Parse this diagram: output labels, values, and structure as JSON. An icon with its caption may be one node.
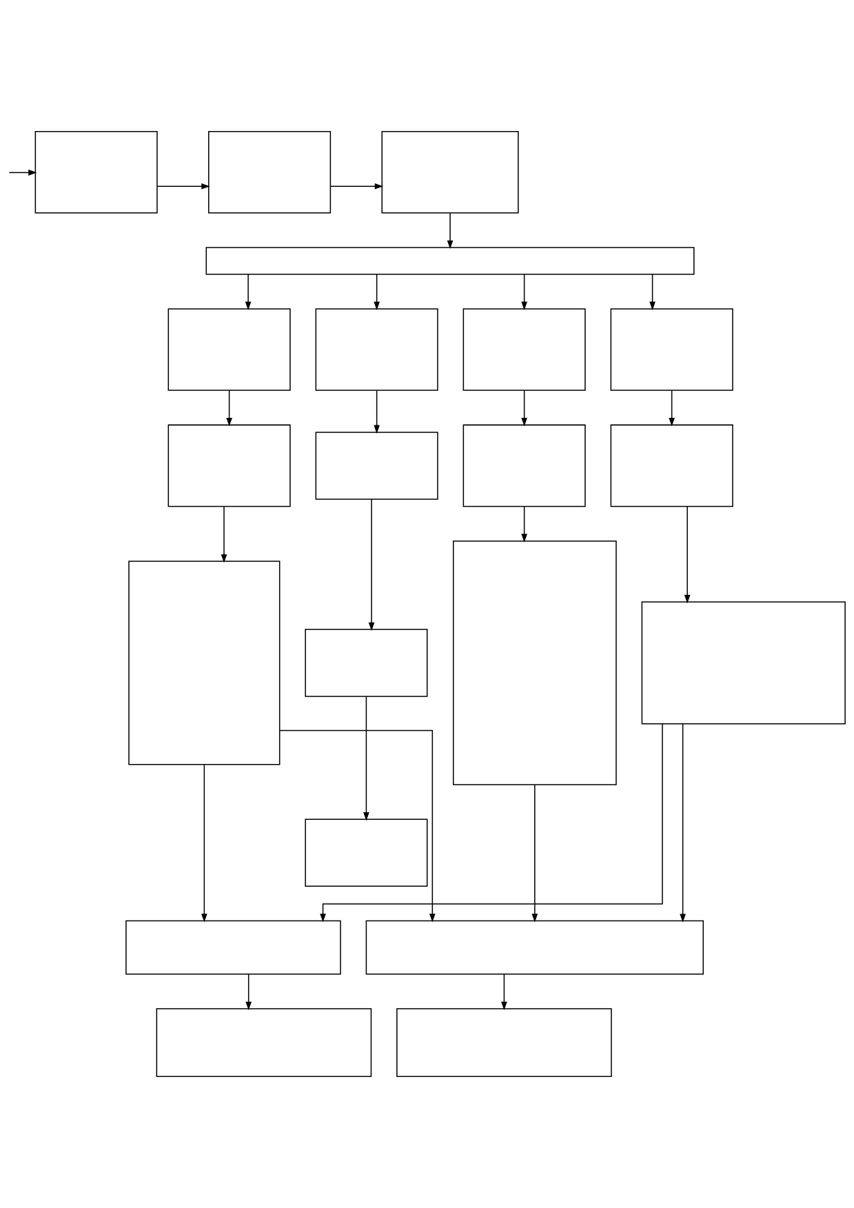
{
  "diagram": {
    "nodes": [
      {
        "text": [],
        "shape": "box"
      },
      {
        "text": [],
        "shape": "box"
      },
      {
        "text": [],
        "shape": "box"
      },
      {
        "text": [],
        "shape": "box"
      },
      {
        "text": [],
        "shape": "box"
      },
      {
        "text": [],
        "shape": "box"
      },
      {
        "text": [],
        "shape": "box"
      },
      {
        "text": [],
        "shape": "box"
      },
      {
        "text": [],
        "shape": "box"
      },
      {
        "text": [],
        "shape": "box"
      },
      {
        "text": [],
        "shape": "box"
      },
      {
        "text": [],
        "shape": "box"
      },
      {
        "text": [],
        "shape": "box"
      },
      {
        "text": [],
        "shape": "box"
      },
      {
        "text": [],
        "shape": "box"
      },
      {
        "text": [],
        "shape": "box"
      },
      {
        "text": [],
        "shape": "box"
      },
      {
        "text": [],
        "shape": "box"
      },
      {
        "text": [],
        "shape": "box"
      },
      {
        "text": [],
        "shape": "box"
      },
      {
        "text": [],
        "shape": "box"
      }
    ],
    "edges": [
      {
        "from": null,
        "to": 0,
        "arrow": "to"
      },
      {
        "from": 0,
        "to": 1,
        "arrow": "to"
      },
      {
        "from": 1,
        "to": 2,
        "arrow": "to"
      },
      {
        "from": 2,
        "to": 3,
        "arrow": "to"
      },
      {
        "from": 3,
        "to": 4,
        "arrow": "to"
      },
      {
        "from": 3,
        "to": 5,
        "arrow": "to"
      },
      {
        "from": 3,
        "to": 6,
        "arrow": "to"
      },
      {
        "from": 3,
        "to": 7,
        "arrow": "to"
      },
      {
        "from": 4,
        "to": 8,
        "arrow": "to"
      },
      {
        "from": 5,
        "to": 9,
        "arrow": "to"
      },
      {
        "from": 6,
        "to": 10,
        "arrow": "to"
      },
      {
        "from": 7,
        "to": 11,
        "arrow": "to"
      },
      {
        "from": 8,
        "to": 12,
        "arrow": "to"
      },
      {
        "from": 9,
        "to": 13,
        "arrow": "to"
      },
      {
        "from": 10,
        "to": 14,
        "arrow": "to"
      },
      {
        "from": 11,
        "to": 15,
        "arrow": "to"
      },
      {
        "from": 13,
        "to": 16,
        "arrow": "to"
      },
      {
        "from": 12,
        "to": 17,
        "arrow": "to"
      },
      {
        "from": 12,
        "to": 18,
        "arrow": "to"
      },
      {
        "from": 15,
        "to": 17,
        "arrow": "to"
      },
      {
        "from": 14,
        "to": 18,
        "arrow": "to"
      },
      {
        "from": 15,
        "to": 18,
        "arrow": "to"
      },
      {
        "from": 17,
        "to": 19,
        "arrow": "to"
      },
      {
        "from": 18,
        "to": 20,
        "arrow": "to"
      }
    ]
  }
}
